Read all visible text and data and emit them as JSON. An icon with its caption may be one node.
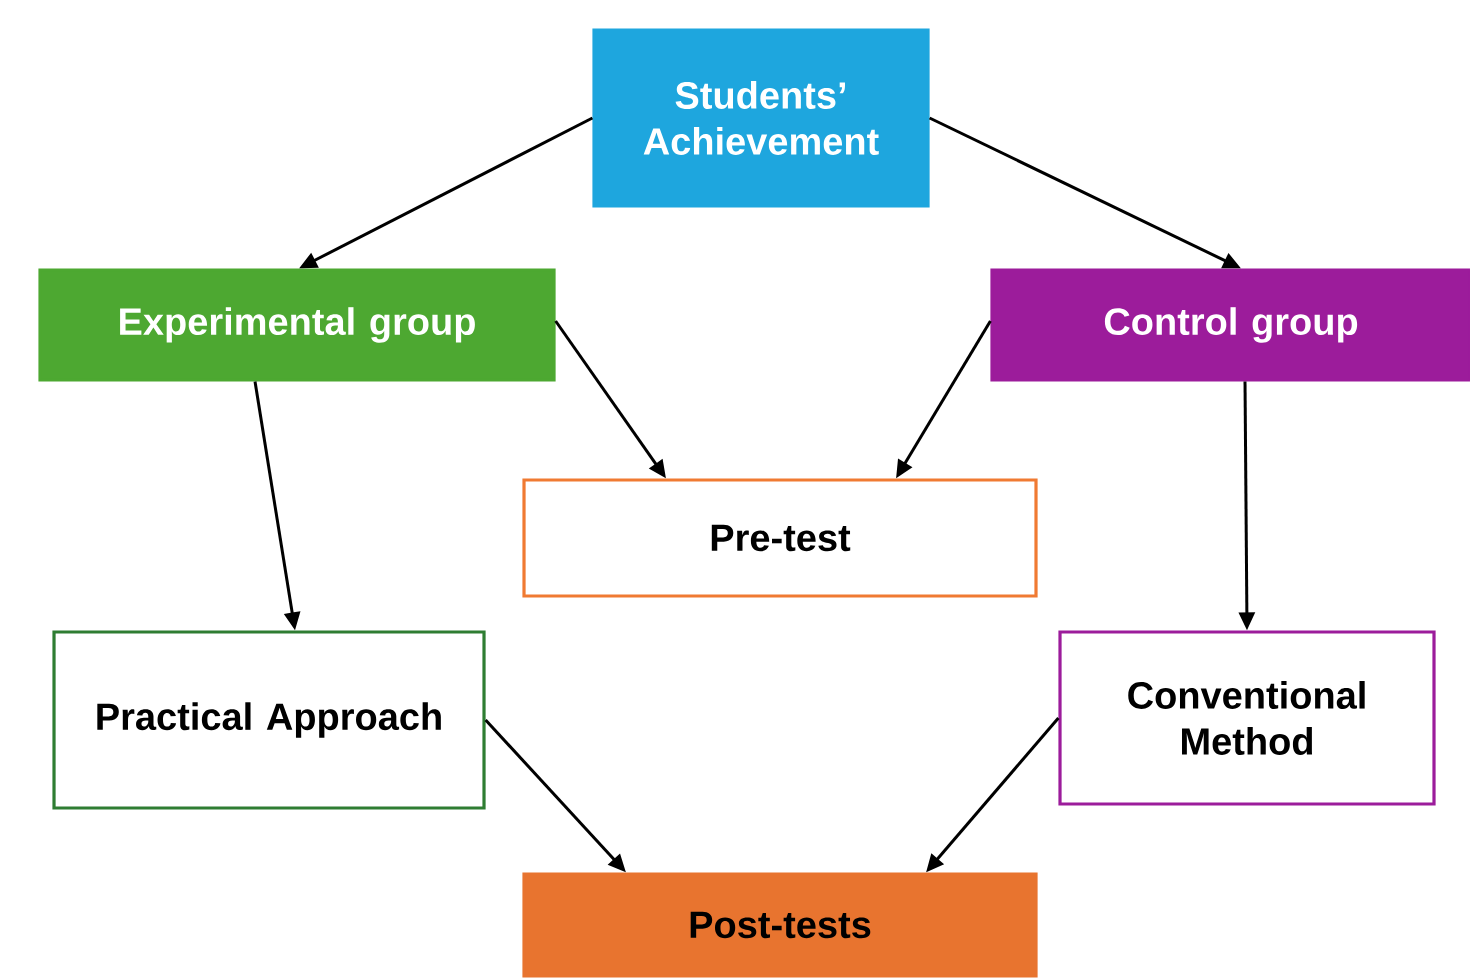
{
  "diagram": {
    "nodes": [
      {
        "text": [
          "Students’ Achievement"
        ]
      },
      {
        "text": [
          "Experimental group"
        ]
      },
      {
        "text": [
          "Control group"
        ]
      },
      {
        "text": [
          "Pre-test"
        ]
      },
      {
        "text": [
          "Practical Approach"
        ]
      },
      {
        "text": [
          "Conventional Method"
        ]
      },
      {
        "text": [
          "Post-tests"
        ]
      }
    ],
    "edges": [
      {
        "from": 0,
        "to": 1,
        "arrow": "to"
      },
      {
        "from": 0,
        "to": 2,
        "arrow": "to"
      },
      {
        "from": 1,
        "to": 3,
        "arrow": "to"
      },
      {
        "from": 2,
        "to": 3,
        "arrow": "to"
      },
      {
        "from": 1,
        "to": 4,
        "arrow": "to"
      },
      {
        "from": 2,
        "to": 5,
        "arrow": "to"
      },
      {
        "from": 4,
        "to": 6,
        "arrow": "to"
      },
      {
        "from": 5,
        "to": 6,
        "arrow": "to"
      }
    ]
  }
}
